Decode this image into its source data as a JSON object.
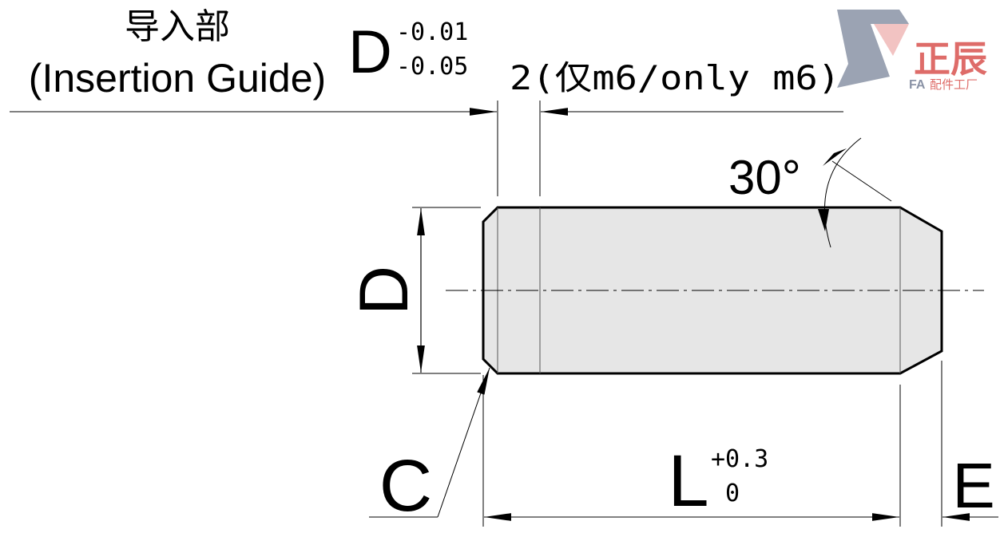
{
  "labels": {
    "insertion_cn": "导入部",
    "insertion_en": "(Insertion Guide)",
    "d_top_symbol": "D",
    "d_top_tol_upper": "-0.01",
    "d_top_tol_lower": "-0.05",
    "m6_note": "2(仅m6/only m6)",
    "angle": "30°",
    "d_side": "D",
    "c_label": "C",
    "l_symbol": "L",
    "l_tol_upper": "+0.3",
    "l_tol_lower": "0",
    "e_label": "E"
  },
  "logo": {
    "brand_cn": "正辰",
    "brand_fa": "FA",
    "brand_sub": "配件工厂",
    "accent_color": "#d9534f",
    "icon_color": "#8a93a6"
  },
  "colors": {
    "part_fill": "#e6e6e6",
    "outline": "#000000"
  }
}
